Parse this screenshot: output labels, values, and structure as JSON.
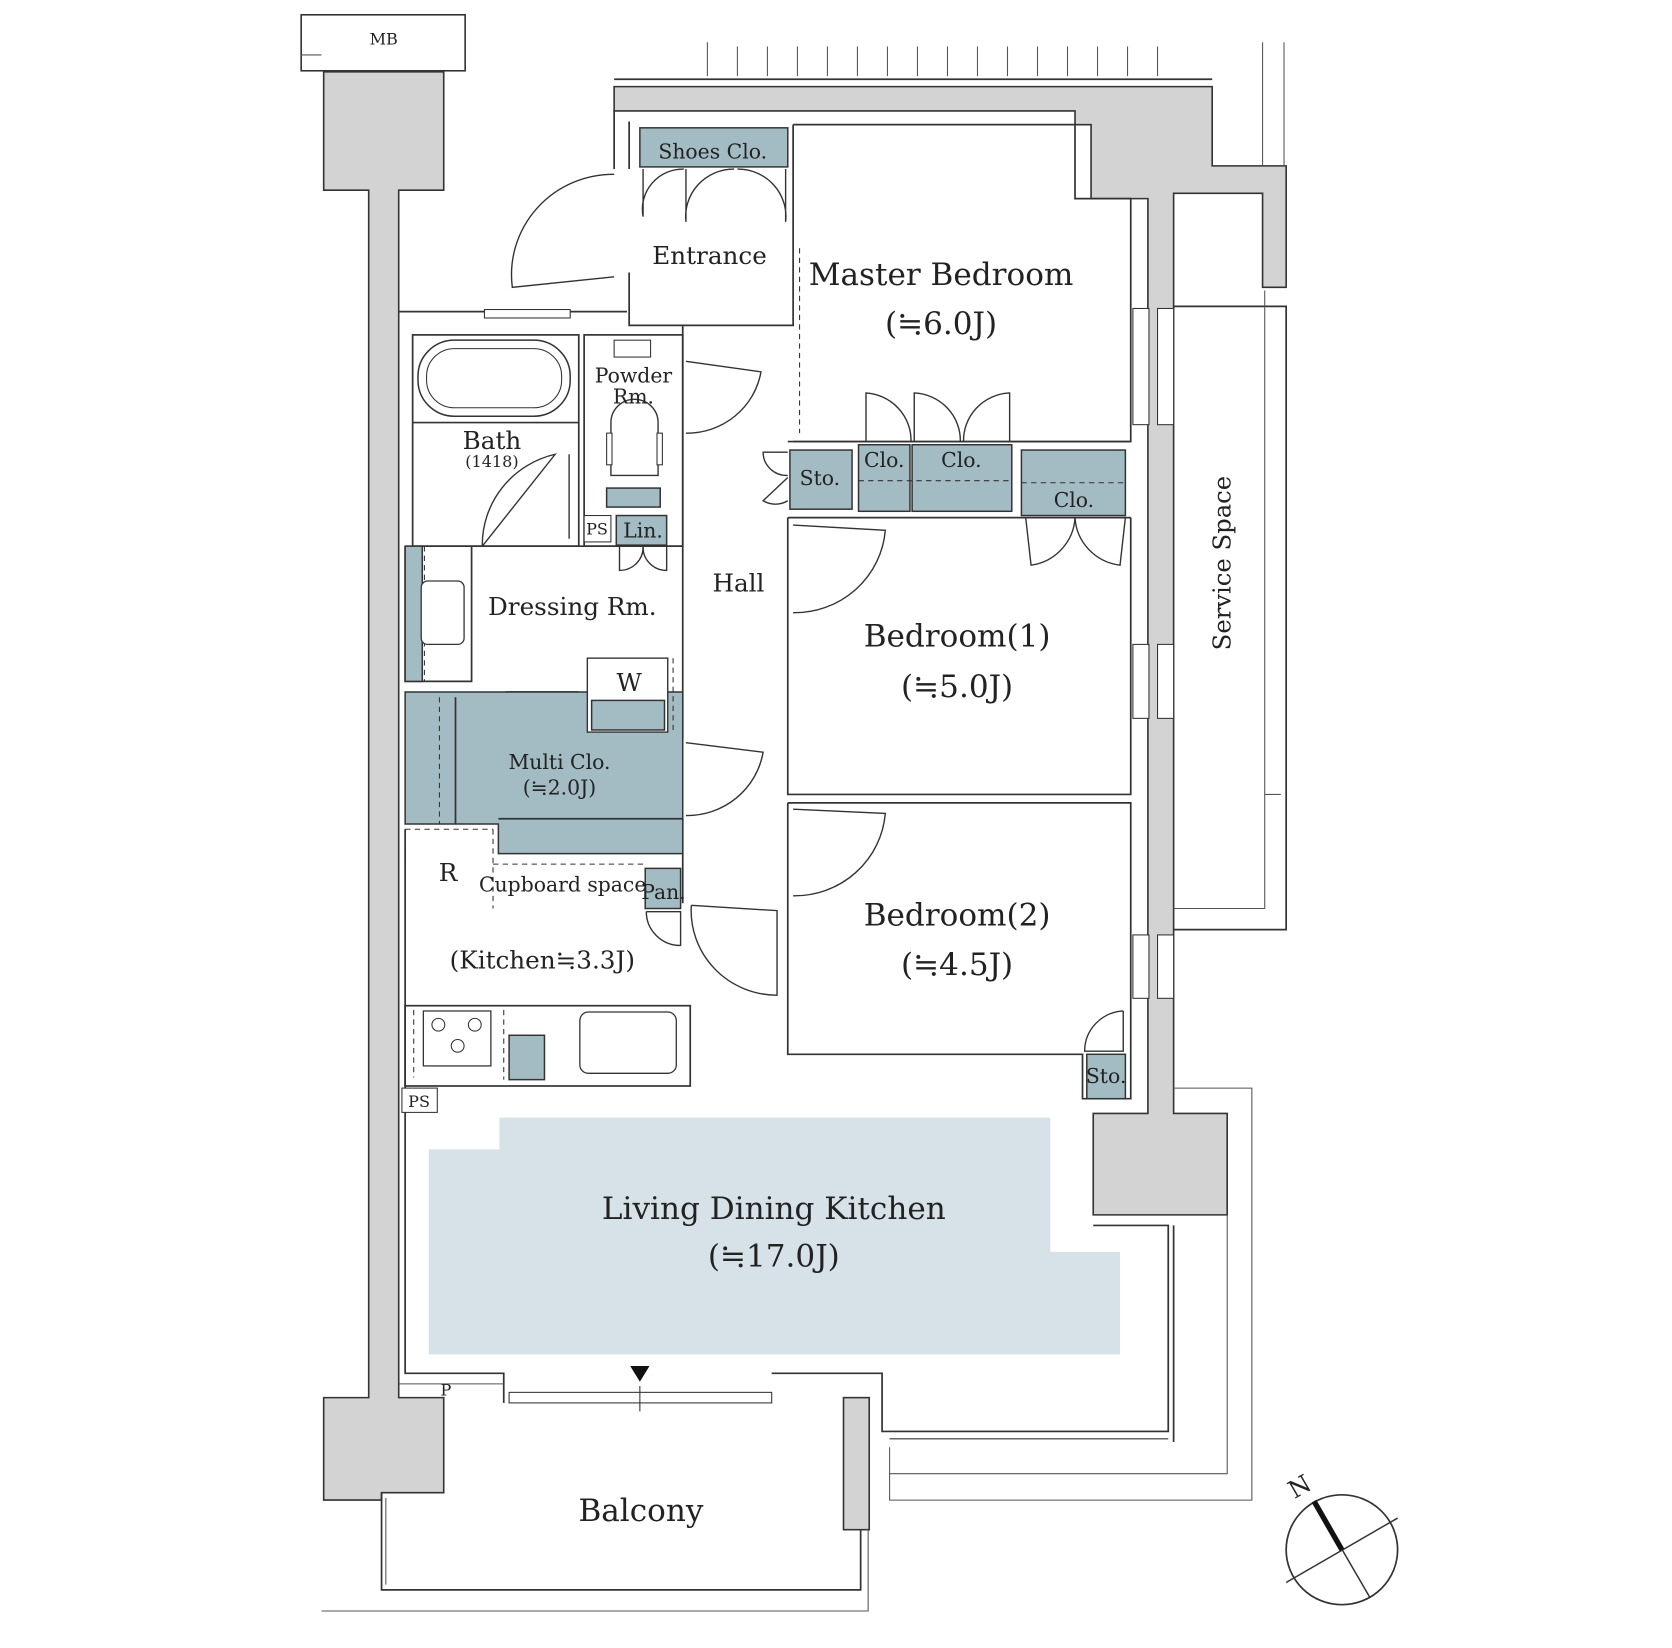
{
  "rooms": {
    "mb": "MB",
    "shoes_closet": "Shoes Clo.",
    "entrance": "Entrance",
    "master_bedroom": "Master Bedroom",
    "master_bedroom_size": "(≒6.0J)",
    "powder_room_1": "Powder",
    "powder_room_2": "Rm.",
    "bath": "Bath",
    "bath_size": "(1418)",
    "storage": "Sto.",
    "closet": "Clo.",
    "ps": "PS",
    "linen": "Lin.",
    "hall": "Hall",
    "dressing_room": "Dressing Rm.",
    "washer": "W",
    "bedroom1": "Bedroom(1)",
    "bedroom1_size": "(≒5.0J)",
    "multi_closet": "Multi Clo.",
    "multi_closet_size": "(≒2.0J)",
    "refrigerator": "R",
    "cupboard_space": "Cupboard space",
    "pantry": "Pan.",
    "kitchen": "(Kitchen≒3.3J)",
    "bedroom2": "Bedroom(2)",
    "bedroom2_size": "(≒4.5J)",
    "service_space": "Service Space",
    "ldk": "Living Dining Kitchen",
    "ldk_size": "(≒17.0J)",
    "pipe": "P",
    "balcony": "Balcony"
  },
  "compass": {
    "north": "N"
  },
  "colors": {
    "wall": "#d3d3d3",
    "closet": "#a3bcc4",
    "ldk_highlight": "#d6e2e7"
  }
}
